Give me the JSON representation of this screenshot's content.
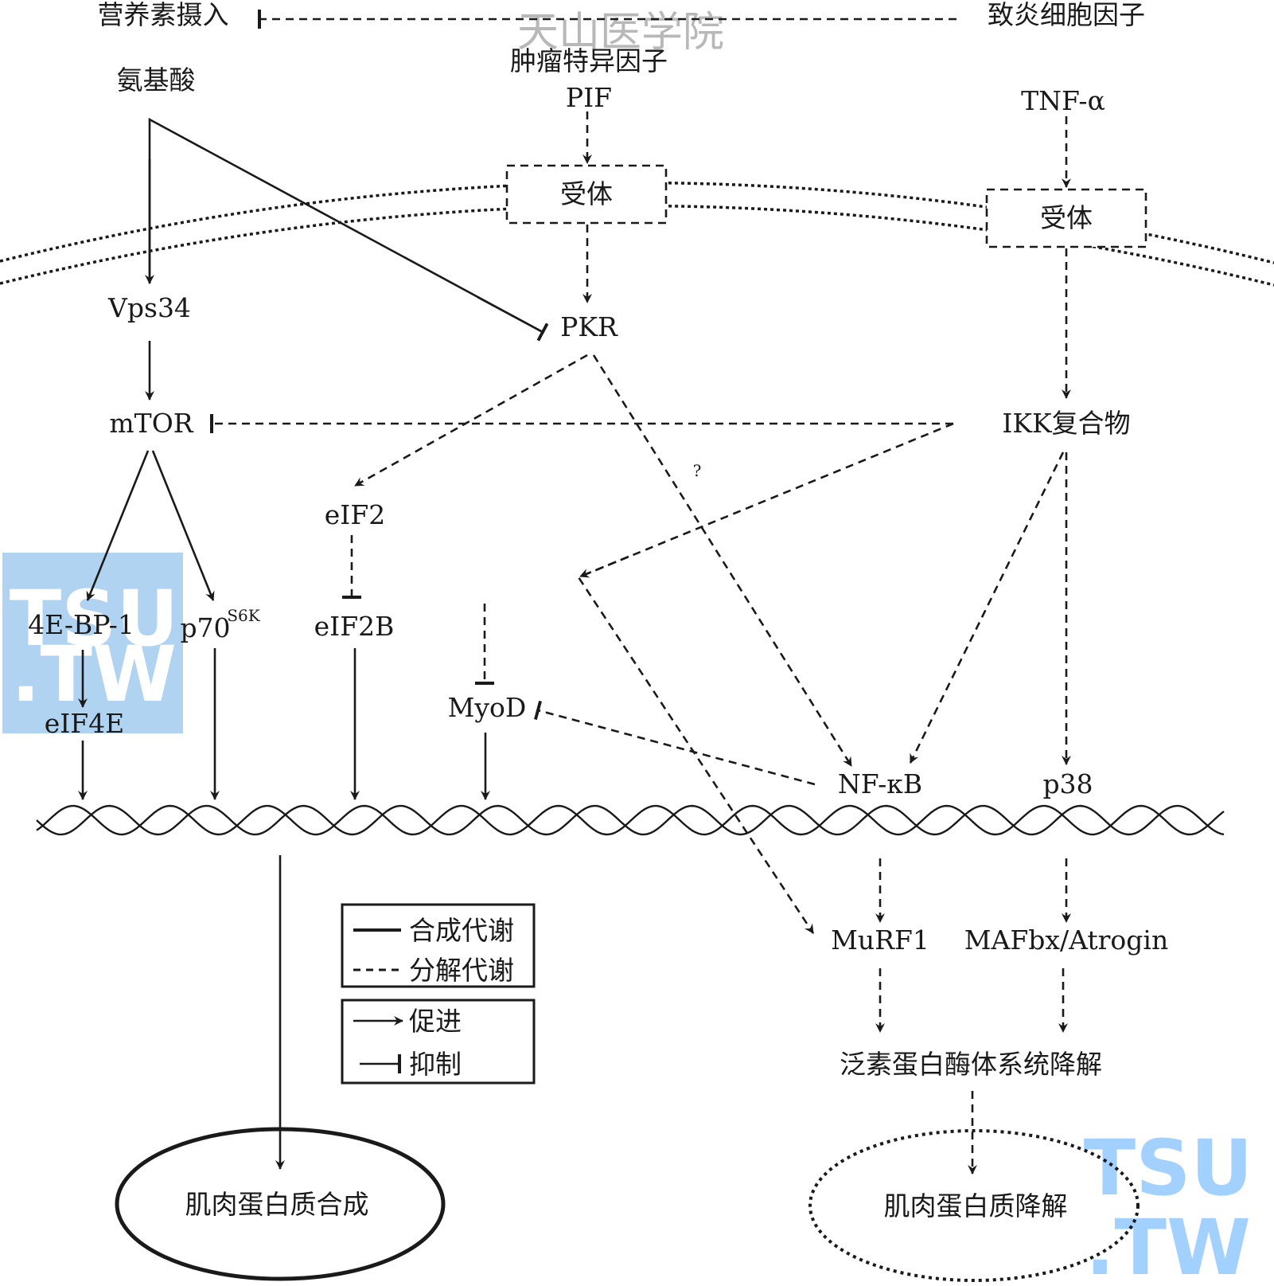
{
  "watermark": {
    "site_text": "天山医学院",
    "logo_top": "TSU",
    "logo_bottom": ".TW",
    "logo_color": "#3399ff"
  },
  "top": {
    "nutrient_intake": "营养素摄入",
    "pro_inflammatory": "致炎细胞因子"
  },
  "nodes": {
    "amino_acid": "氨基酸",
    "tumor_factor": "肿瘤特异因子",
    "pif": "PIF",
    "tnf": "TNF-α",
    "receptor": "受体",
    "vps34": "Vps34",
    "pkr": "PKR",
    "mtor": "mTOR",
    "ikk": "IKK复合物",
    "question": "?",
    "eif2": "eIF2",
    "bp1": "4E-BP-1",
    "p70": "p70",
    "p70_sup": "S6K",
    "eif2b": "eIF2B",
    "myod": "MyoD",
    "eif4e": "eIF4E",
    "nfkb": "NF-κB",
    "p38": "p38",
    "murf1": "MuRF1",
    "mafbx": "MAFbx/Atrogin",
    "ubiquitin": "泛素蛋白酶体系统降解",
    "synthesis": "肌肉蛋白质合成",
    "degradation": "肌肉蛋白质降解"
  },
  "legend": {
    "anabolic": "合成代谢",
    "catabolic": "分解代谢",
    "promote": "促进",
    "inhibit": "抑制"
  }
}
